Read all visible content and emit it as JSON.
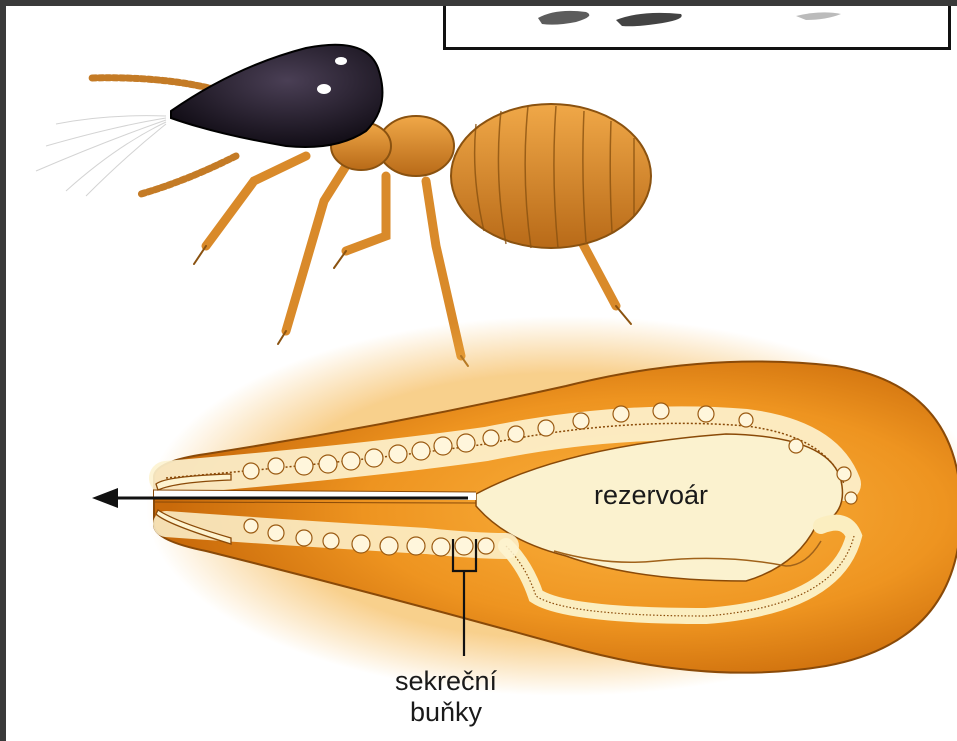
{
  "labels": {
    "reservoir": "rezervoár",
    "secretory_cells_line1": "sekreční",
    "secretory_cells_line2": "buňky"
  },
  "colors": {
    "gland_orange": "#e8901a",
    "gland_pale": "#fbf2cf",
    "termite_body": "#d98a2a",
    "termite_head": "#1c1722",
    "outline": "#111111"
  }
}
